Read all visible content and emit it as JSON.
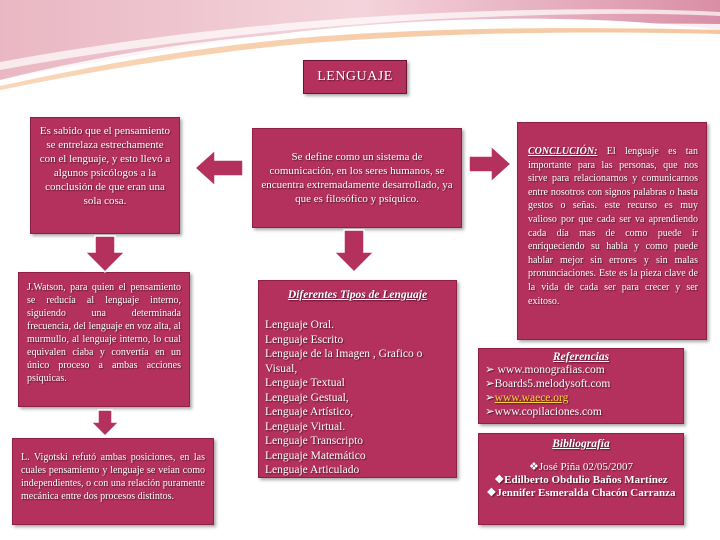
{
  "colors": {
    "box_fill": "#b5315d",
    "box_border": "#8e1f45",
    "arrow_fill": "#b5315d",
    "link": "#ffd43a"
  },
  "title": "LENGUAJE",
  "definition": "Se define como un sistema de comunicación, en los seres humanos, se encuentra extremadamente desarrollado, ya que es filosófico y psíquico.",
  "left_top": "Es sabido que el pensamiento se entrelaza estrechamente con el lenguaje, y esto llevó a algunos psicólogos a la conclusión de que eran una sola cosa.",
  "watson": "J.Watson, para quien el pensamiento se reducía al lenguaje interno, siguiendo una determinada frecuencia, del lenguaje en voz alta, al murmullo, al lenguaje interno, lo cual equivalen ciaba y convertía en un único proceso a ambas acciones psíquicas.",
  "vigotski": "L. Vigotski refutó ambas posiciones, en las cuales pensamiento y lenguaje se veían como independientes, o con una relación puramente mecánica entre dos procesos distintos.",
  "conclusion": {
    "label": "CONCLUCIÓN:",
    "text": " El lenguaje es tan importante para las personas, que nos sirve para relacionarnos y comunicarnos entre nosotros con signos palabras o hasta gestos o señas. este recurso es muy valioso por que cada ser va aprendiendo cada día mas de como puede ir enriqueciendo su habla y como puede hablar mejor sin errores y sin malas pronunciaciones. Este es la pieza clave de la vida de cada ser para crecer y ser exitoso."
  },
  "types": {
    "heading": "Diferentes Tipos de Lenguaje",
    "items": [
      "Lenguaje Oral.",
      "Lenguaje Escrito",
      "Lenguaje de la Imagen , Grafico o Visual,",
      "Lenguaje Textual",
      "Lenguaje Gestual,",
      "Lenguaje Artístico,",
      "Lenguaje Virtual.",
      "Lenguaje Transcripto",
      "Lenguaje Matemático",
      "Lenguaje Articulado"
    ]
  },
  "references": {
    "heading": "Referencias",
    "items": [
      {
        "bullet": "➢ ",
        "text": "www.monografias.com",
        "link": false
      },
      {
        "bullet": "➢",
        "text": "Boards5.melodysoft.com",
        "link": false
      },
      {
        "bullet": "➢",
        "text": "www.waece.org",
        "link": true
      },
      {
        "bullet": "➢",
        "text": "www.copilaciones.com",
        "link": false
      }
    ]
  },
  "bibliography": {
    "heading": "Bibliografía",
    "items": [
      "❖José Piña 02/05/2007",
      "❖Edilberto Obdulio Baños Martínez",
      "❖Jennifer Esmeralda Chacón Carranza"
    ]
  }
}
